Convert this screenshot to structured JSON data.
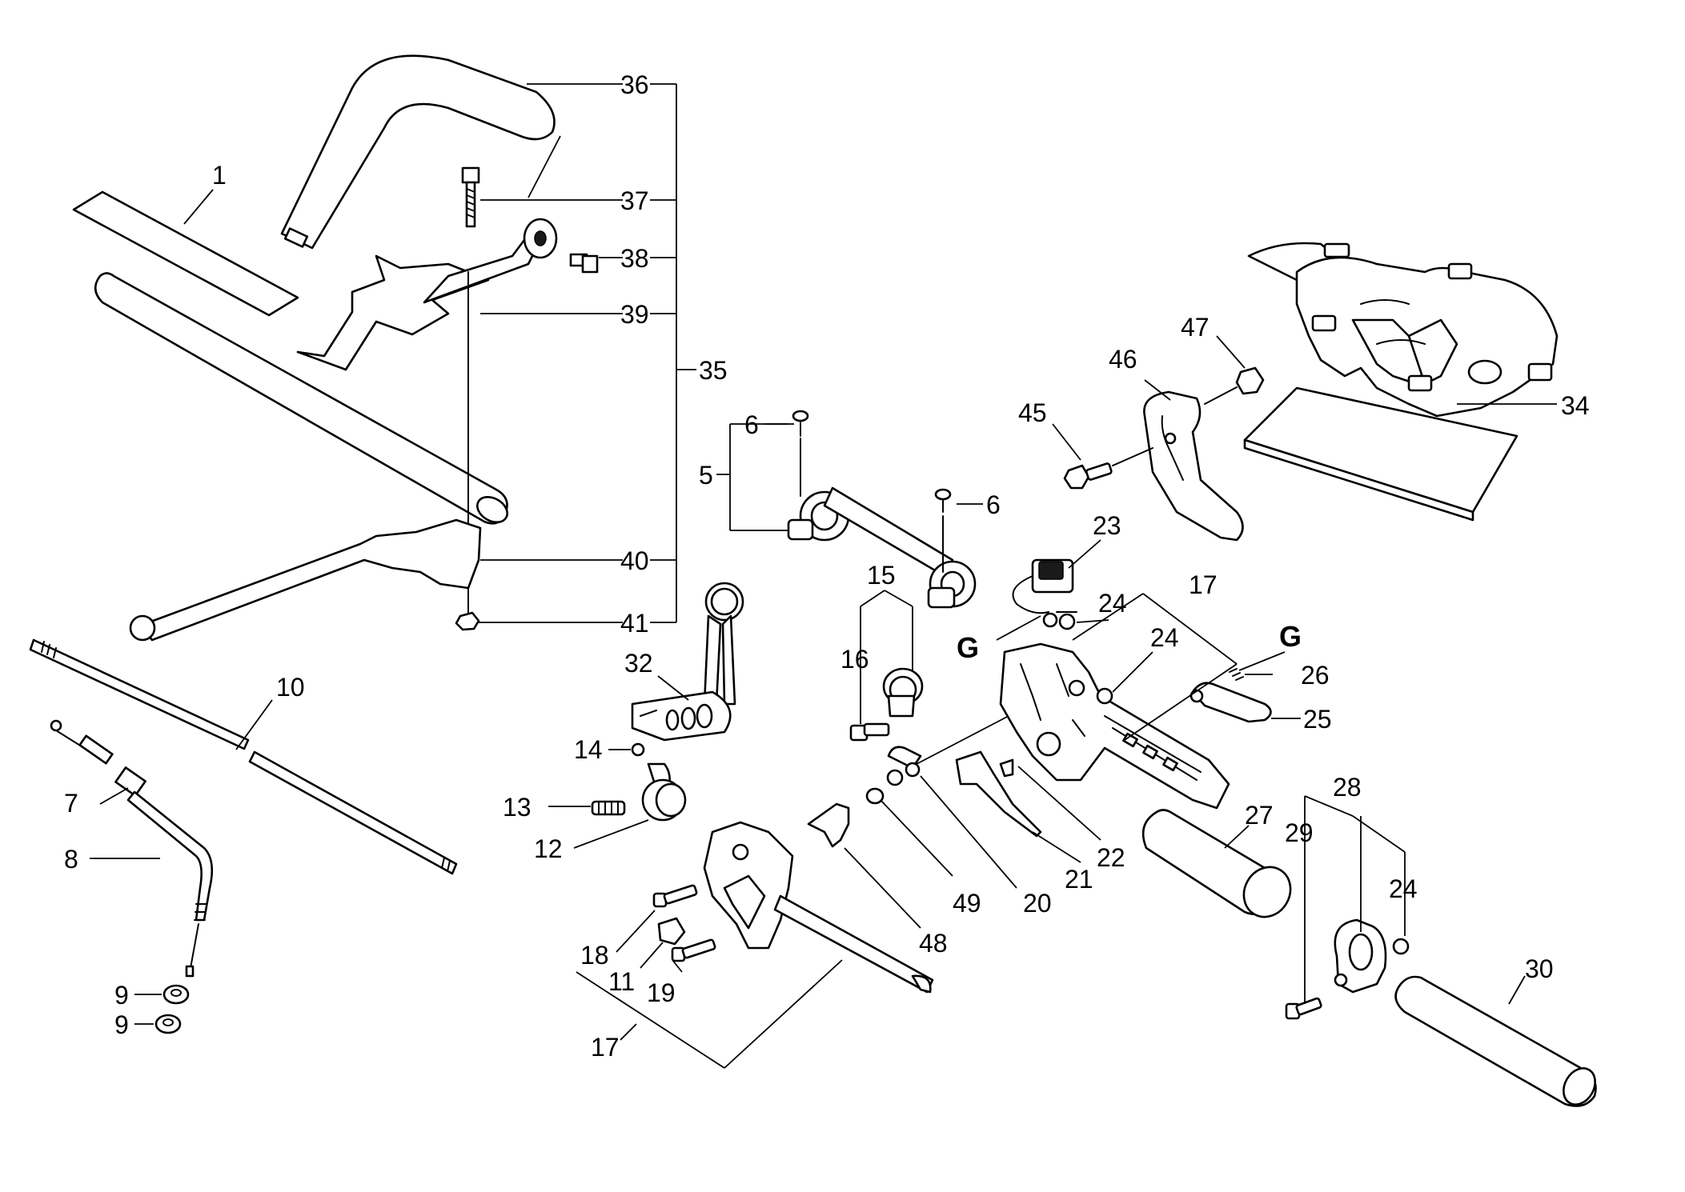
{
  "diagram": {
    "marker_letter": "G",
    "labels": {
      "p1": "1",
      "p5": "5",
      "p6a": "6",
      "p6b": "6",
      "p7": "7",
      "p8": "8",
      "p9a": "9",
      "p9b": "9",
      "p10": "10",
      "p11": "11",
      "p12": "12",
      "p13": "13",
      "p14": "14",
      "p15": "15",
      "p16": "16",
      "p17a": "17",
      "p17b": "17",
      "p18": "18",
      "p19": "19",
      "p20": "20",
      "p21": "21",
      "p22": "22",
      "p23": "23",
      "p24a": "24",
      "p24b": "24",
      "p24c": "24",
      "p25": "25",
      "p26": "26",
      "p27": "27",
      "p28": "28",
      "p29": "29",
      "p30": "30",
      "p32": "32",
      "p34": "34",
      "p35": "35",
      "p36": "36",
      "p37": "37",
      "p38": "38",
      "p39": "39",
      "p40": "40",
      "p41": "41",
      "p45": "45",
      "p46": "46",
      "p47": "47",
      "p48": "48",
      "p49": "49"
    }
  }
}
